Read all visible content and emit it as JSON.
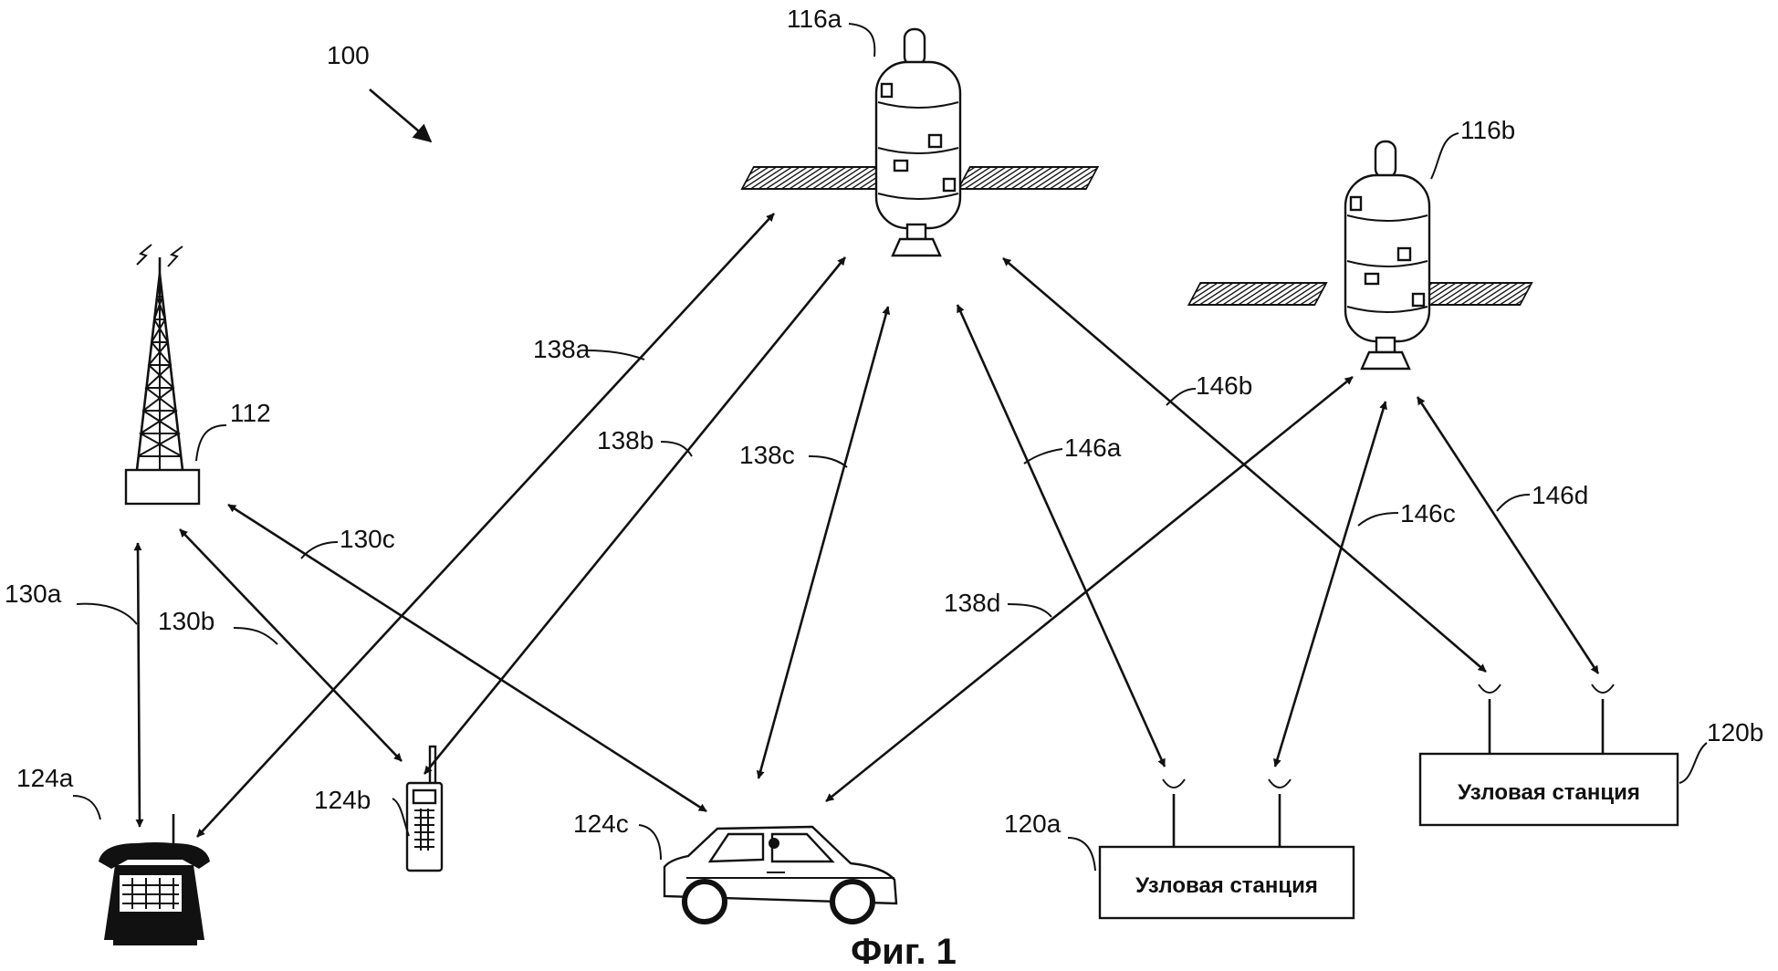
{
  "figure": {
    "system_ref": "100",
    "caption": "Фиг. 1",
    "labels": {
      "base_station": "112",
      "satellite_a": "116a",
      "satellite_b": "116b",
      "gateway_a": "120a",
      "gateway_b": "120b",
      "phone": "124a",
      "handset": "124b",
      "car": "124c",
      "link_130a": "130a",
      "link_130b": "130b",
      "link_130c": "130c",
      "link_138a": "138a",
      "link_138b": "138b",
      "link_138c": "138c",
      "link_138d": "138d",
      "link_146a": "146a",
      "link_146b": "146b",
      "link_146c": "146c",
      "link_146d": "146d"
    },
    "gateway_a_text": "Узловая станция",
    "gateway_b_text": "Узловая станция"
  }
}
